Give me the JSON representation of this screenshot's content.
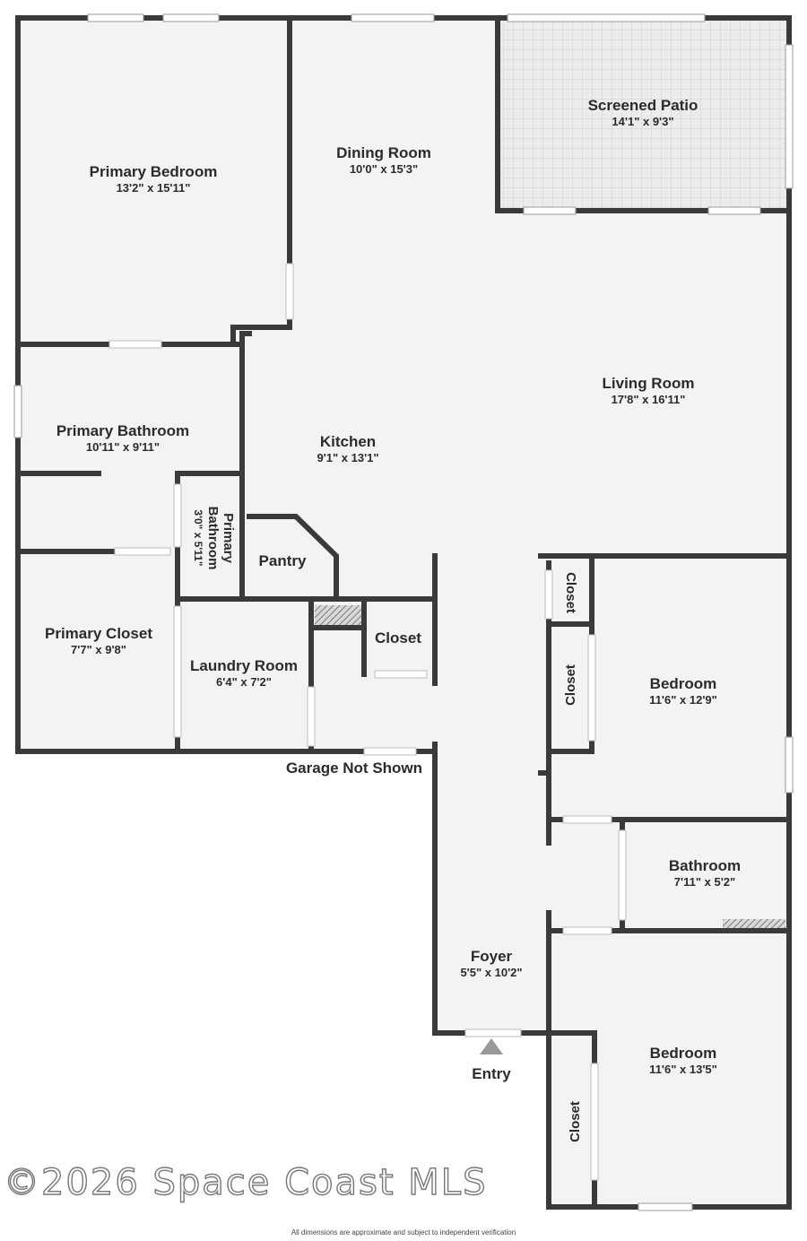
{
  "rooms": {
    "primary_bedroom": {
      "name": "Primary Bedroom",
      "dim": "13'2\" x 15'11\""
    },
    "dining_room": {
      "name": "Dining Room",
      "dim": "10'0\" x 15'3\""
    },
    "screened_patio": {
      "name": "Screened Patio",
      "dim": "14'1\" x 9'3\""
    },
    "living_room": {
      "name": "Living Room",
      "dim": "17'8\" x 16'11\""
    },
    "kitchen": {
      "name": "Kitchen",
      "dim": "9'1\" x 13'1\""
    },
    "primary_bathroom": {
      "name": "Primary Bathroom",
      "dim": "10'11\" x 9'11\""
    },
    "primary_bathroom_small": {
      "name": "Primary Bathroom",
      "dim": "3'0\" x 5'11\""
    },
    "pantry": {
      "name": "Pantry"
    },
    "primary_closet": {
      "name": "Primary Closet",
      "dim": "7'7\" x 9'8\""
    },
    "laundry_room": {
      "name": "Laundry Room",
      "dim": "6'4\" x 7'2\""
    },
    "closet_center": {
      "name": "Closet"
    },
    "closet_upper": {
      "name": "Closet"
    },
    "closet_mid": {
      "name": "Closet"
    },
    "closet_lower": {
      "name": "Closet"
    },
    "bedroom_upper": {
      "name": "Bedroom",
      "dim": "11'6\" x 12'9\""
    },
    "bathroom": {
      "name": "Bathroom",
      "dim": "7'11\" x 5'2\""
    },
    "foyer": {
      "name": "Foyer",
      "dim": "5'5\" x 10'2\""
    },
    "bedroom_lower": {
      "name": "Bedroom",
      "dim": "11'6\" x 13'5\""
    }
  },
  "labels": {
    "garage": "Garage Not Shown",
    "entry": "Entry"
  },
  "watermark": "©2026 Space Coast MLS",
  "footnote": "All dimensions are approximate and subject to independent verification",
  "colors": {
    "wall": "#3a3a3a",
    "floor": "#f3f3f3",
    "window": "#ffffff",
    "patio": "#ebebeb"
  }
}
